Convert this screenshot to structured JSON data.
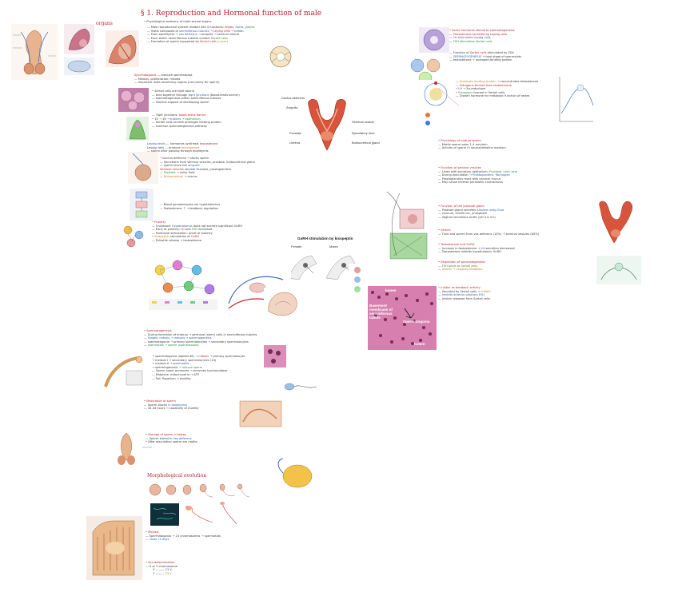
{
  "canvas": {
    "title": "§ 1. Reproduction and Hormonal function of male",
    "subtitle": "Physiological anatomy of male sexual organs",
    "organs_label": "organs"
  },
  "left_column": {
    "sections": [
      {
        "heading": "Spermatogenesis",
        "lines": [
          "During formation of embryo → germinal (stem) cells in seminiferous tubules",
          "Stages: mitosis → meiosis → spermiogenesis",
          "spermatogonia → primary spermatocytes → secondary spermatocytes",
          "spermatids → sperm (spermatozoa)"
        ]
      },
      {
        "heading": "Maturation of sperm",
        "lines": [
          "in epididymis",
          "18-24 hours → capability of motility"
        ]
      },
      {
        "heading": "Storage of sperm in testes",
        "lines": [
          "Vas deferens",
          "After ejaculation sperm are motile"
        ]
      },
      {
        "heading": "Morphological evolution",
        "lines": []
      },
      {
        "heading": "Meiosis",
        "lines": [
          "Spermatogonia → 23 chromosomes",
          "Lasts 74 days"
        ]
      },
      {
        "heading": "Sex determination",
        "lines": [
          "X or Y chromosome"
        ]
      },
      {
        "heading": "Puberty",
        "lines": [
          "Hypothalamic GnRH",
          "LH and FSH",
          "testosterone"
        ]
      }
    ],
    "gnrh_title": "GnRH stimulation by kisspeptin",
    "gnrh_female": "Female",
    "gnrh_male": "Males"
  },
  "micrograph": {
    "lumen": "lumen",
    "basement": "Basement membrane of seminiferous tubule",
    "spermatogonia": "Spermatogonia",
    "lumen2": "lumen"
  },
  "uterus_labels": {
    "ductus": "Ductus deferens",
    "ampulla": "Ampulla",
    "seminal": "Seminal vesicle",
    "prostate": "Prostate",
    "urethra": "Urethra",
    "ejaculatory": "Ejaculatory duct",
    "bulbourethral": "Bulbourethral gland"
  },
  "right_column": {
    "sections": [
      {
        "heading": "Some hormonal stimuli to spermatogenesis",
        "lines": [
          "Testosterone secreted by Leydig cells",
          "LH stimulates Leydig cells",
          "FSH stimulates Sertoli cells",
          "Estrogens formed from testosterone",
          "Growth hormone for metabolic function of testes"
        ]
      },
      {
        "heading": "Physiology of mature sperm",
        "lines": [
          "Activity of sperm in neutral/alkaline medium"
        ]
      },
      {
        "heading": "Function of seminal vesicles",
        "lines": [
          "Fructose, citric acid",
          "Prostaglandins, fibrinogen"
        ]
      },
      {
        "heading": "Function of the prostate gland",
        "lines": [
          "Alkaline milky fluid",
          "Calcium, citrate ion, phosphate"
        ]
      },
      {
        "heading": "Semen",
        "lines": [
          "Fluid and sperm from vas deferens"
        ]
      },
      {
        "heading": "Testosterone and GnRH",
        "lines": [
          "Testosterone inhibits hypothalamic GnRH"
        ]
      },
      {
        "heading": "Regulation of spermatogenesis",
        "lines": [
          "FSH binds to Sertoli cells",
          "Inhibin → negative feedback"
        ]
      },
      {
        "heading": "Inhibin as feedback activity",
        "lines": [
          "Secreted by Sertoli cells",
          "Inhibits anterior pituitary FSH"
        ]
      }
    ]
  },
  "colors": {
    "accent_red": "#b0222a",
    "highlight_blue": "#2a5fb0",
    "highlight_green": "#2e8b3e",
    "micro_pink": "#d77fae"
  }
}
